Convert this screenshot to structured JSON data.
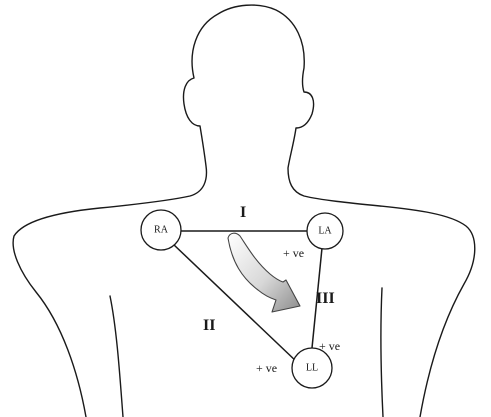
{
  "electrodes": {
    "ra": "RA",
    "la": "LA",
    "ll": "LL"
  },
  "leads": {
    "lead_i": "I",
    "lead_ii": "II",
    "lead_iii": "III"
  },
  "polarity": {
    "la_positive": "+ ve",
    "ll_positive_right": "+ ve",
    "ll_positive_left": "+ ve"
  },
  "colors": {
    "line": "#1a1a1a",
    "arrow_light": "#ffffff",
    "arrow_dark": "#9a9a9a"
  },
  "icons": {
    "axis_arrow": "curved-arrow-icon"
  }
}
